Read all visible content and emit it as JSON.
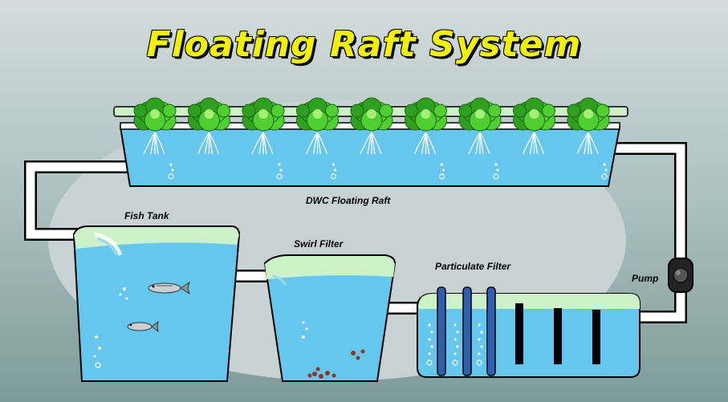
{
  "title": "Floating Raft System",
  "labels": {
    "dwc_raft": "DWC Floating Raft",
    "fish_tank": "Fish Tank",
    "swirl_filter": "Swirl Filter",
    "particulate_filter": "Particulate Filter",
    "pump": "Pump"
  },
  "colors": {
    "water": "#66c7ee",
    "water_surface": "#ccf1c8",
    "pipe": "#ffffff",
    "outline": "#000000",
    "title": "#f2f200",
    "plant": "#3fbf2a",
    "filter_rod": "#2f5fae"
  },
  "plant_count": 9
}
